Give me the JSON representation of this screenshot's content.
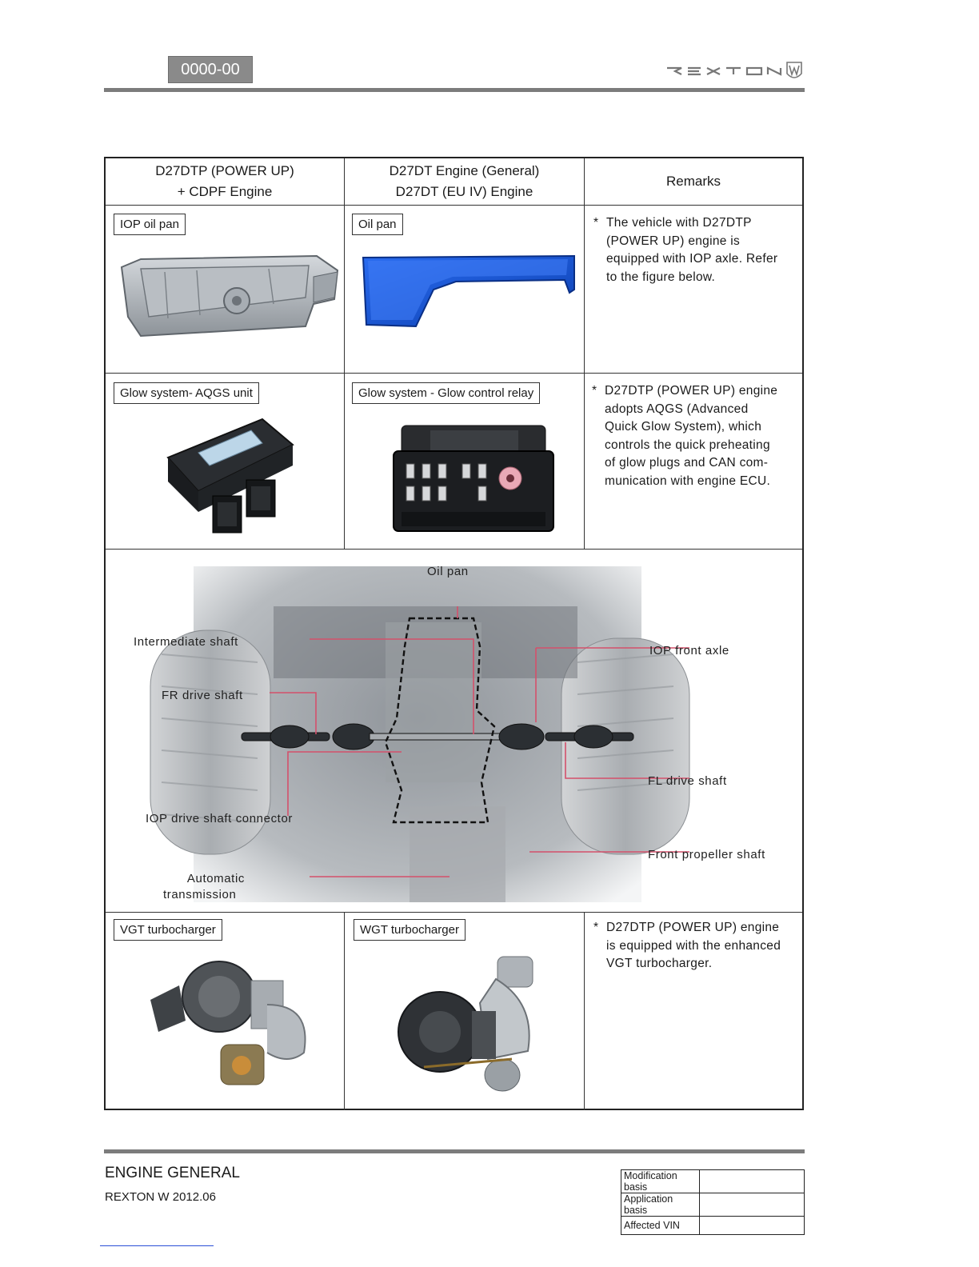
{
  "header": {
    "page_code": "0000-00",
    "brand": "REXTON"
  },
  "table": {
    "columns": [
      {
        "line1": "D27DTP (POWER UP)",
        "line2": "+ CDPF Engine"
      },
      {
        "line1": "D27DT Engine (General)",
        "line2": "D27DT (EU IV) Engine"
      },
      {
        "line1": "Remarks"
      }
    ],
    "rows": [
      {
        "col1_label": "IOP oil pan",
        "col2_label": "Oil pan",
        "remark": [
          "The vehicle with D27DTP",
          "(POWER UP) engine is",
          "equipped with IOP axle. Refer",
          "to the figure below."
        ]
      },
      {
        "col1_label": "Glow system- AQGS unit",
        "col2_label": "Glow system - Glow control relay",
        "remark": [
          "D27DTP (POWER UP) engine",
          "adopts AQGS (Advanced",
          "Quick Glow System), which",
          "controls the quick preheating",
          "of glow plugs and CAN com-",
          "munication with engine ECU."
        ]
      },
      {
        "col1_label": "VGT turbocharger",
        "col2_label": "WGT turbocharger",
        "remark": [
          "D27DTP (POWER UP) engine",
          "is equipped with the enhanced",
          "VGT turbocharger."
        ]
      }
    ],
    "diagram": {
      "callouts": {
        "oil_pan": "Oil pan",
        "intermediate_shaft": "Intermediate shaft",
        "iop_front_axle": "IOP front axle",
        "fr_drive_shaft": "FR drive shaft",
        "fl_drive_shaft": "FL drive shaft",
        "iop_connector": "IOP drive shaft connector",
        "front_propeller": "Front propeller shaft",
        "auto_trans_1": "Automatic",
        "auto_trans_2": "transmission"
      }
    }
  },
  "footer": {
    "section": "ENGINE GENERAL",
    "model": "REXTON W 2012.06",
    "info_rows": [
      {
        "label": "Modification basis",
        "value": ""
      },
      {
        "label": "Application basis",
        "value": ""
      },
      {
        "label": "Affected VIN",
        "value": ""
      }
    ]
  }
}
